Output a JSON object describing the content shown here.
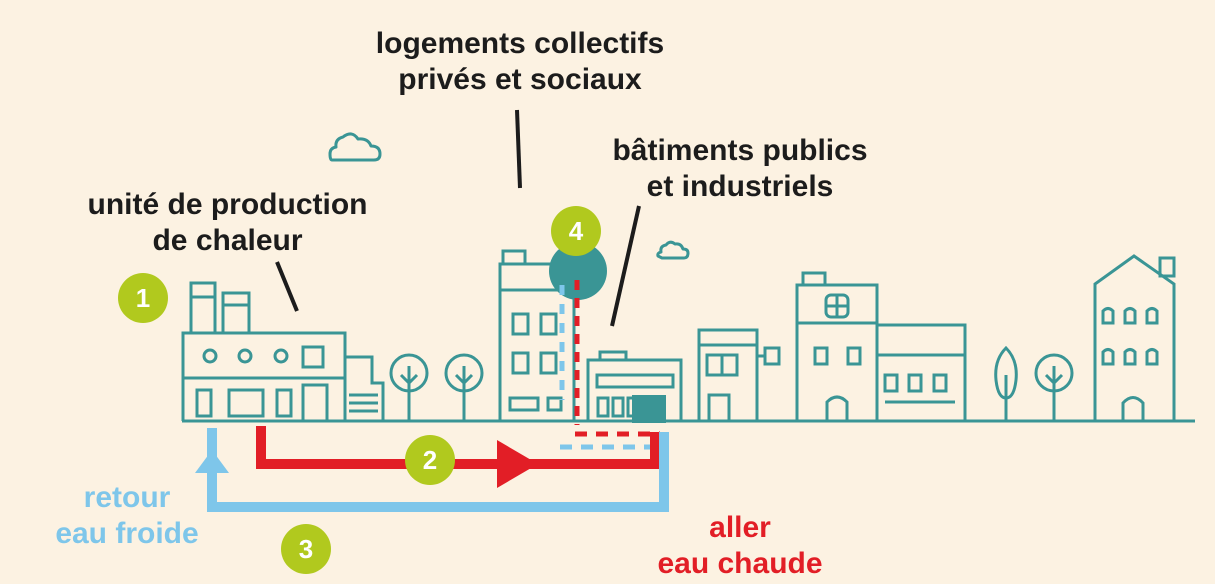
{
  "labels": {
    "housing": [
      "logements collectifs",
      "privés et sociaux"
    ],
    "public": [
      "bâtiments publics",
      "et industriels"
    ],
    "production": [
      "unité de production",
      "de chaleur"
    ],
    "return": [
      "retour",
      "eau froide"
    ],
    "supply": [
      "aller",
      "eau chaude"
    ]
  },
  "badges": [
    "1",
    "2",
    "3",
    "4"
  ],
  "colors": {
    "background": "#fcf2e2",
    "building_stroke": "#3a9595",
    "hot_water": "#e21e26",
    "cold_water": "#7ec6ea",
    "badge": "#b1c91e",
    "text": "#1c1c1c"
  },
  "icons": [
    "cloud-icon",
    "tree-icon",
    "flow-arrow-icon"
  ]
}
